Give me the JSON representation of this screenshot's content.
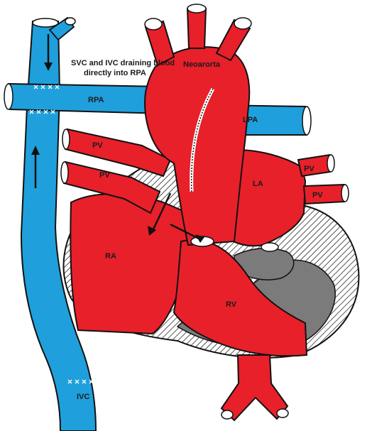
{
  "annotation": {
    "line1": "SVC and IVC draining blood",
    "line2": "directly into RPA"
  },
  "labels": {
    "neoaorta": "Neoarorta",
    "rpa": "RPA",
    "lpa": "LPA",
    "pv_left_upper": "PV",
    "pv_left_lower": "PV",
    "pv_right_upper": "PV",
    "pv_right_lower": "PV",
    "la": "LA",
    "ra": "RA",
    "rv": "RV",
    "ivc": "IVC"
  },
  "colors": {
    "systemic_red": "#e8202a",
    "venous_blue": "#1fa0dc",
    "muscle_gray": "#7b7b7b",
    "outline": "#111111"
  }
}
